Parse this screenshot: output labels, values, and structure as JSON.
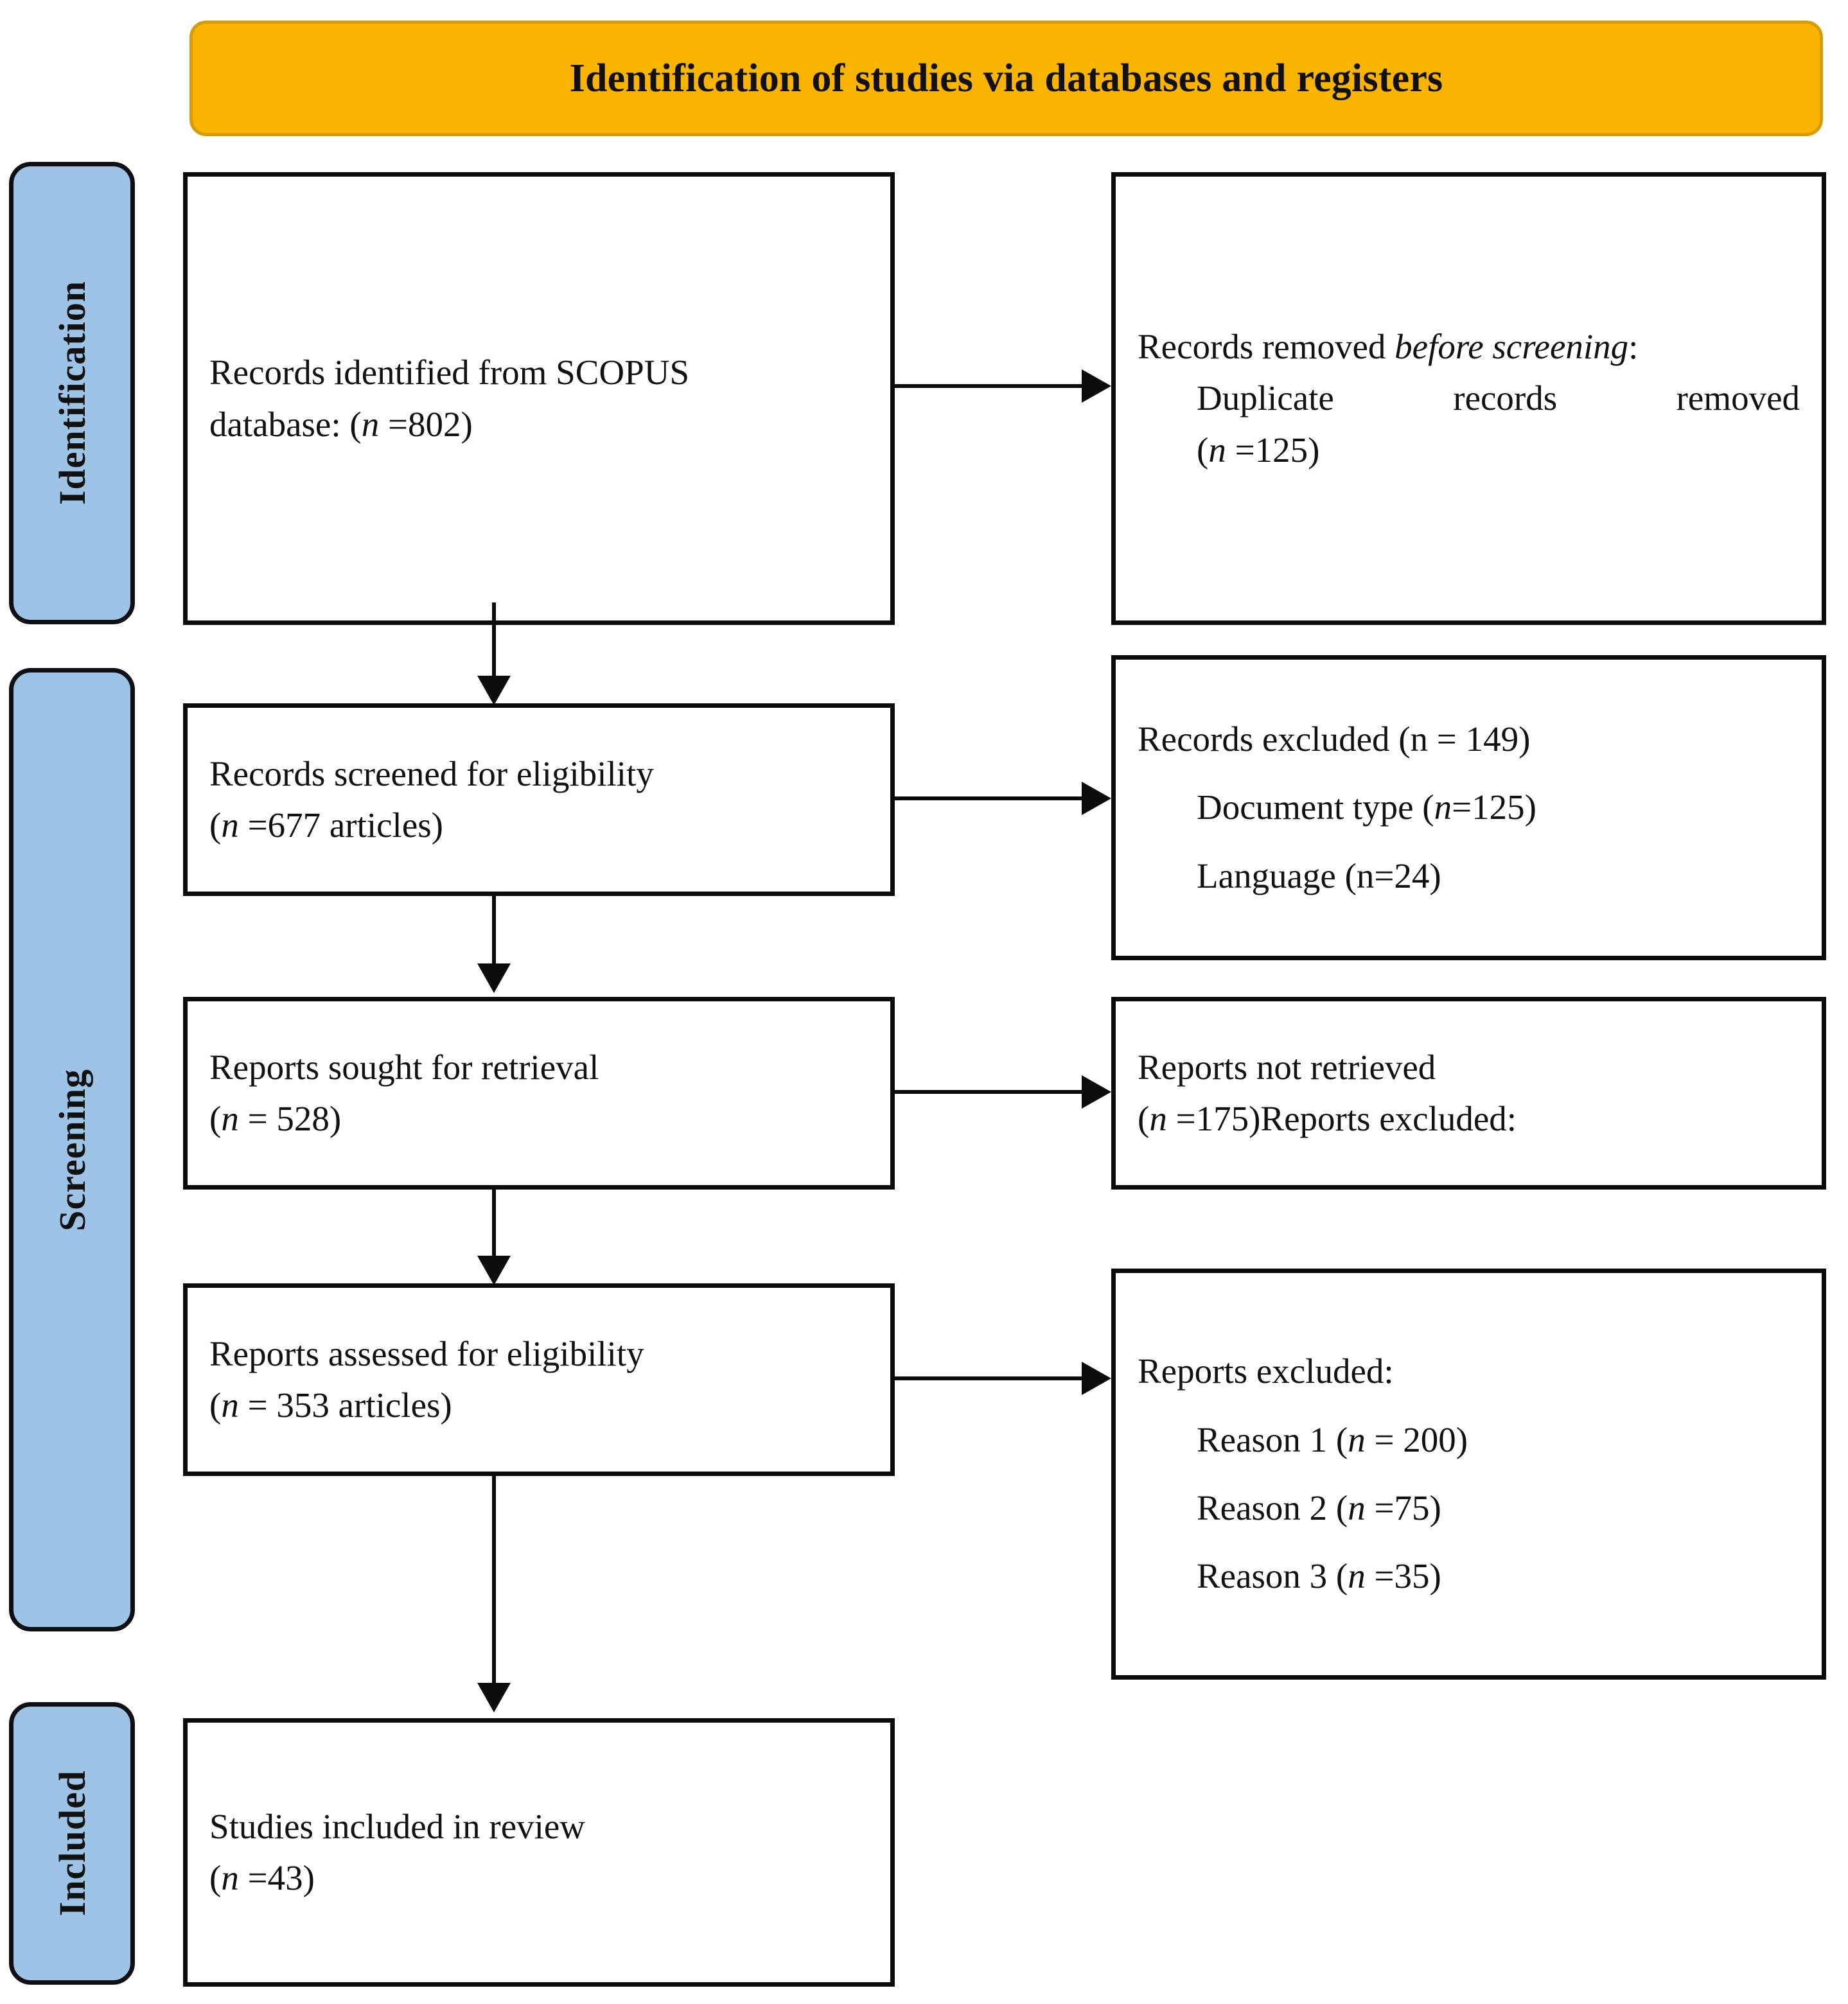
{
  "banner": {
    "title": "Identification of studies via databases and registers",
    "color": "#F9B301"
  },
  "stages": {
    "accent_color": "#9DC3E6",
    "identification": "Identification",
    "screening": "Screening",
    "included": "Included"
  },
  "boxes": {
    "identified": {
      "line1": "Records identified from SCOPUS",
      "line2_prefix": "database: (",
      "line2_n": "n",
      "line2_suffix": " =802)"
    },
    "removed": {
      "line1_plain": "Records removed ",
      "line1_italic": "before screening",
      "line1_colon": ":",
      "line2": "Duplicate records removed",
      "line3_prefix": "(",
      "line3_n": "n",
      "line3_suffix": " =125)"
    },
    "screened": {
      "line1": "Records screened for eligibility",
      "line2_prefix": "(",
      "line2_n": "n",
      "line2_suffix": " =677 articles)"
    },
    "excluded_records": {
      "line1": "Records excluded (n = 149)",
      "line2_prefix": "Document type (",
      "line2_n": "n",
      "line2_suffix": "=125)",
      "line3": "Language (n=24)"
    },
    "sought": {
      "line1": "Reports sought for retrieval",
      "line2_prefix": "(",
      "line2_n": "n",
      "line2_suffix": " = 528)"
    },
    "not_retrieved": {
      "line1": "Reports not retrieved",
      "line2_prefix": "(",
      "line2_n": "n",
      "line2_suffix": " =175)Reports excluded:"
    },
    "assessed": {
      "line1": "Reports assessed for eligibility",
      "line2_prefix": "(",
      "line2_n": "n",
      "line2_suffix": " = 353 articles)"
    },
    "excluded_reports": {
      "line1": "Reports excluded:",
      "reason1_prefix": "Reason 1 (",
      "reason1_n": "n",
      "reason1_suffix": " = 200)",
      "reason2_prefix": "Reason 2 (",
      "reason2_n": "n",
      "reason2_suffix": " =75)",
      "reason3_prefix": "Reason 3 (",
      "reason3_n": "n",
      "reason3_suffix": " =35)"
    },
    "included": {
      "line1": "Studies included in review",
      "line2_prefix": "(",
      "line2_n": "n",
      "line2_suffix": " =43)"
    }
  },
  "chart_data": {
    "type": "diagram",
    "title": "Identification of studies via databases and registers",
    "diagram_kind": "PRISMA flow diagram",
    "stages": [
      "Identification",
      "Screening",
      "Included"
    ],
    "nodes": [
      {
        "id": "identified",
        "stage": "Identification",
        "column": "left",
        "label": "Records identified from SCOPUS database",
        "n": 802
      },
      {
        "id": "removed",
        "stage": "Identification",
        "column": "right",
        "label": "Records removed before screening: Duplicate records removed",
        "n": 125
      },
      {
        "id": "screened",
        "stage": "Screening",
        "column": "left",
        "label": "Records screened for eligibility",
        "n": 677
      },
      {
        "id": "excluded_records",
        "stage": "Screening",
        "column": "right",
        "label": "Records excluded",
        "n": 149,
        "breakdown": [
          {
            "label": "Document type",
            "n": 125
          },
          {
            "label": "Language",
            "n": 24
          }
        ]
      },
      {
        "id": "sought",
        "stage": "Screening",
        "column": "left",
        "label": "Reports sought for retrieval",
        "n": 528
      },
      {
        "id": "not_retrieved",
        "stage": "Screening",
        "column": "right",
        "label": "Reports not retrieved / Reports excluded",
        "n": 175
      },
      {
        "id": "assessed",
        "stage": "Screening",
        "column": "left",
        "label": "Reports assessed for eligibility",
        "n": 353
      },
      {
        "id": "excluded_reports",
        "stage": "Screening",
        "column": "right",
        "label": "Reports excluded",
        "breakdown": [
          {
            "label": "Reason 1",
            "n": 200
          },
          {
            "label": "Reason 2",
            "n": 75
          },
          {
            "label": "Reason 3",
            "n": 35
          }
        ]
      },
      {
        "id": "included",
        "stage": "Included",
        "column": "left",
        "label": "Studies included in review",
        "n": 43
      }
    ],
    "edges": [
      {
        "from": "identified",
        "to": "removed",
        "direction": "right"
      },
      {
        "from": "identified",
        "to": "screened",
        "direction": "down"
      },
      {
        "from": "screened",
        "to": "excluded_records",
        "direction": "right"
      },
      {
        "from": "screened",
        "to": "sought",
        "direction": "down"
      },
      {
        "from": "sought",
        "to": "not_retrieved",
        "direction": "right"
      },
      {
        "from": "sought",
        "to": "assessed",
        "direction": "down"
      },
      {
        "from": "assessed",
        "to": "excluded_reports",
        "direction": "right"
      },
      {
        "from": "assessed",
        "to": "included",
        "direction": "down"
      }
    ]
  }
}
